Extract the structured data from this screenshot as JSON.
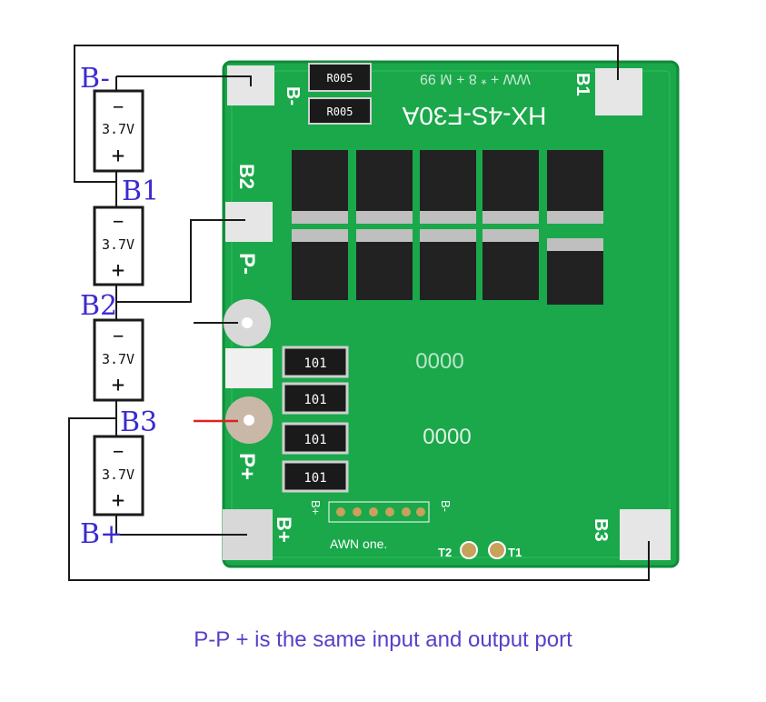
{
  "battery_labels": {
    "b_minus": "B-",
    "b1": "B1",
    "b2": "B2",
    "b3": "B3",
    "b_plus": "B+"
  },
  "cells": [
    {
      "neg": "−",
      "voltage": "3.7V",
      "pos": "+"
    },
    {
      "neg": "−",
      "voltage": "3.7V",
      "pos": "+"
    },
    {
      "neg": "−",
      "voltage": "3.7V",
      "pos": "+"
    },
    {
      "neg": "−",
      "voltage": "3.7V",
      "pos": "+"
    }
  ],
  "board": {
    "pad_b_minus": "B-",
    "pad_b1": "B1",
    "pad_b2": "B2",
    "pad_p_minus": "P-",
    "pad_p_plus": "P+",
    "pad_b_plus": "B+",
    "pad_b3": "B3",
    "silk_top": "WW + * 8 + M 99",
    "model": "HX-4S-F30A",
    "resistor_top_1": "R005",
    "resistor_top_2": "R005",
    "shunt_1": "101",
    "shunt_2": "101",
    "shunt_3": "101",
    "shunt_4": "101",
    "chip_code_1": "0000",
    "chip_code_2": "0000",
    "brand": "AWN one.",
    "pin_b_plus": "B+",
    "pin_b_minus": "B-",
    "t1": "T1",
    "t2": "T2"
  },
  "caption": "P-P + is the same input and output port",
  "colors": {
    "pcb": "#1aa84a",
    "pcb_dark": "#0f8a3a",
    "label": "#3a2bd0",
    "caption": "#5a3ec8",
    "wire": "#1a1a1a",
    "red_wire": "#e02020"
  }
}
